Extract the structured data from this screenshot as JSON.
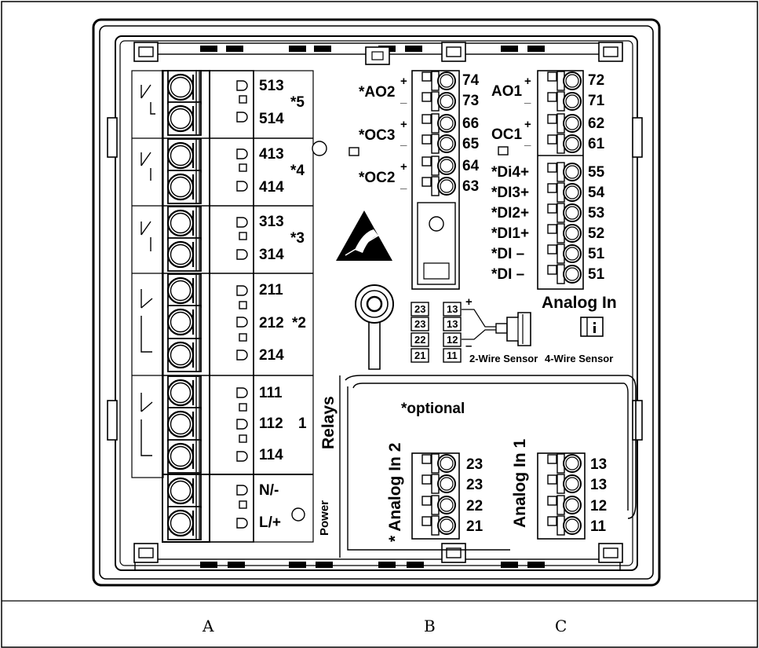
{
  "relays": {
    "r5": {
      "upper": "513",
      "lower": "514",
      "tag": "*5"
    },
    "r4": {
      "upper": "413",
      "lower": "414",
      "tag": "*4"
    },
    "r3": {
      "upper": "313",
      "lower": "314",
      "tag": "*3"
    },
    "r2": {
      "upper": "211",
      "middle": "212",
      "lower": "214",
      "tag": "*2"
    },
    "r1": {
      "upper": "111",
      "middle": "112",
      "lower": "114",
      "tag": "1"
    },
    "title": "Relays"
  },
  "power": {
    "upper": "N/-",
    "lower": "L/+",
    "title": "Power"
  },
  "block_b": {
    "ao2": {
      "name": "*AO2",
      "plus": "+",
      "minus": "_",
      "t1": "74",
      "t2": "73"
    },
    "oc3": {
      "name": "*OC3",
      "plus": "+",
      "minus": "_",
      "t1": "66",
      "t2": "65"
    },
    "oc2": {
      "name": "*OC2",
      "plus": "+",
      "minus": "_",
      "t1": "64",
      "t2": "63"
    }
  },
  "block_c": {
    "ao1": {
      "name": "AO1",
      "plus": "+",
      "minus": "_",
      "t1": "72",
      "t2": "71"
    },
    "oc1": {
      "name": "OC1",
      "plus": "+",
      "minus": "_",
      "t1": "62",
      "t2": "61"
    },
    "di": [
      {
        "name": "*Di4+",
        "num": "55"
      },
      {
        "name": "*DI3+",
        "num": "54"
      },
      {
        "name": "*DI2+",
        "num": "53"
      },
      {
        "name": "*DI1+",
        "num": "52"
      },
      {
        "name": "*DI  –",
        "num": "51"
      },
      {
        "name": "*DI  –",
        "num": "51"
      }
    ],
    "analog_in_title": "Analog In"
  },
  "sensor": {
    "left_col": [
      "23",
      "23",
      "22",
      "21"
    ],
    "right_col": [
      "13",
      "13",
      "12",
      "11"
    ],
    "plus": "+",
    "minus": "–",
    "two_wire": "2-Wire Sensor",
    "four_wire": "4-Wire Sensor"
  },
  "optional_module": {
    "optional_label": "*optional",
    "analog_in_2": {
      "title": "* Analog In 2",
      "terminals": [
        "23",
        "23",
        "22",
        "21"
      ]
    },
    "analog_in_1": {
      "title": "Analog In 1",
      "terminals": [
        "13",
        "13",
        "12",
        "11"
      ]
    }
  },
  "captions": {
    "a": "A",
    "b": "B",
    "c": "C"
  },
  "icons": [
    "esd-warning-icon",
    "manual-book-icon",
    "ground-screw-icon"
  ]
}
